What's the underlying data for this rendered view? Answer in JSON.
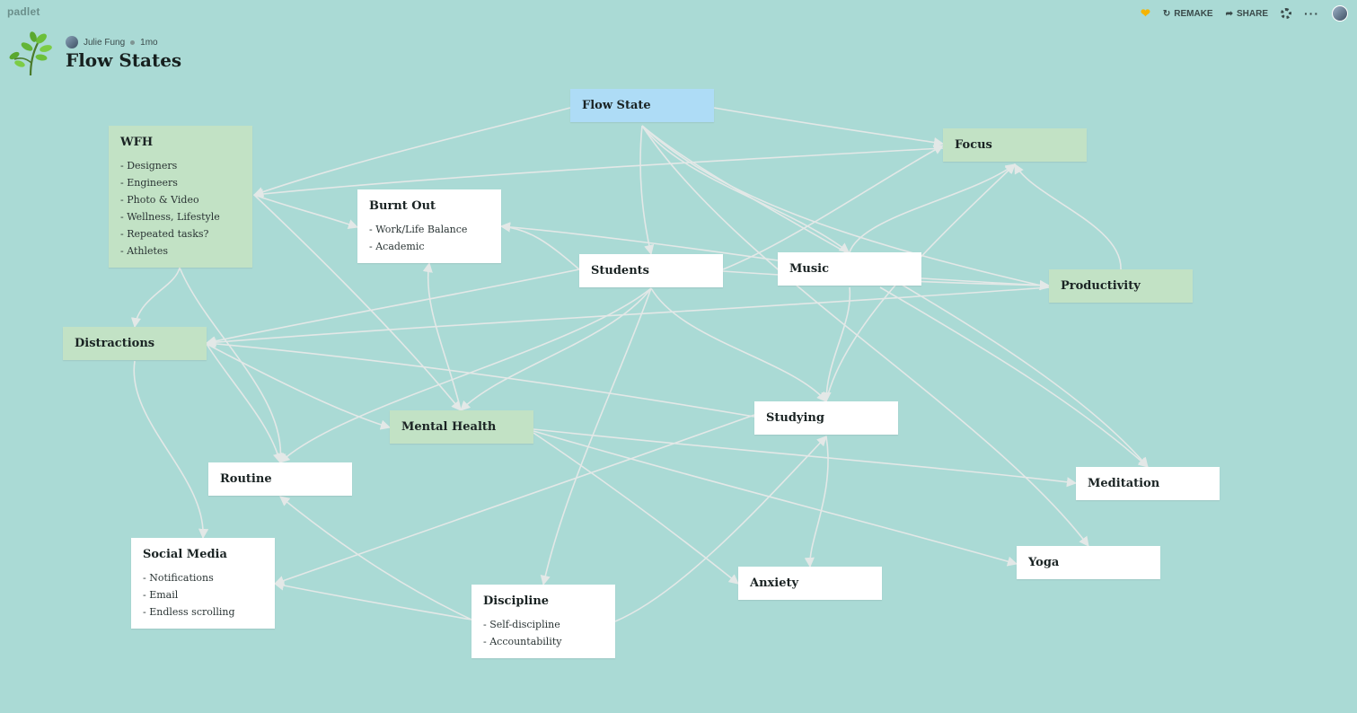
{
  "brand": "padlet",
  "toolbar": {
    "remake_label": "REMAKE",
    "share_label": "SHARE"
  },
  "header": {
    "author": "Julie Fung",
    "time_ago": "1mo",
    "title": "Flow States"
  },
  "colors": {
    "background": "#aadad5",
    "card_white": "#ffffff",
    "card_green": "#c2e2c5",
    "card_blue": "#aedcf6",
    "edge": "#e3e8e7",
    "heart": "#f5b400"
  },
  "cards": [
    {
      "id": "flow-state",
      "title": "Flow State",
      "color": "blue",
      "lines": []
    },
    {
      "id": "wfh",
      "title": "WFH",
      "color": "green",
      "lines": [
        "- Designers",
        "- Engineers",
        "- Photo & Video",
        "- Wellness, Lifestyle",
        "- Repeated tasks?",
        "- Athletes"
      ]
    },
    {
      "id": "burnt-out",
      "title": "Burnt Out",
      "color": "white",
      "lines": [
        "- Work/Life Balance",
        "- Academic"
      ]
    },
    {
      "id": "focus",
      "title": "Focus",
      "color": "green",
      "lines": []
    },
    {
      "id": "students",
      "title": "Students",
      "color": "white",
      "lines": []
    },
    {
      "id": "music",
      "title": "Music",
      "color": "white",
      "lines": []
    },
    {
      "id": "productivity",
      "title": "Productivity",
      "color": "green",
      "lines": []
    },
    {
      "id": "distractions",
      "title": "Distractions",
      "color": "green",
      "lines": []
    },
    {
      "id": "mental-health",
      "title": "Mental Health",
      "color": "green",
      "lines": []
    },
    {
      "id": "studying",
      "title": "Studying",
      "color": "white",
      "lines": []
    },
    {
      "id": "routine",
      "title": "Routine",
      "color": "white",
      "lines": []
    },
    {
      "id": "meditation",
      "title": "Meditation",
      "color": "white",
      "lines": []
    },
    {
      "id": "social-media",
      "title": "Social Media",
      "color": "white",
      "lines": [
        "- Notifications",
        "- Email",
        "- Endless scrolling"
      ]
    },
    {
      "id": "discipline",
      "title": "Discipline",
      "color": "white",
      "lines": [
        "- Self-discipline",
        "- Accountability"
      ]
    },
    {
      "id": "anxiety",
      "title": "Anxiety",
      "color": "white",
      "lines": []
    },
    {
      "id": "yoga",
      "title": "Yoga",
      "color": "white",
      "lines": []
    }
  ]
}
